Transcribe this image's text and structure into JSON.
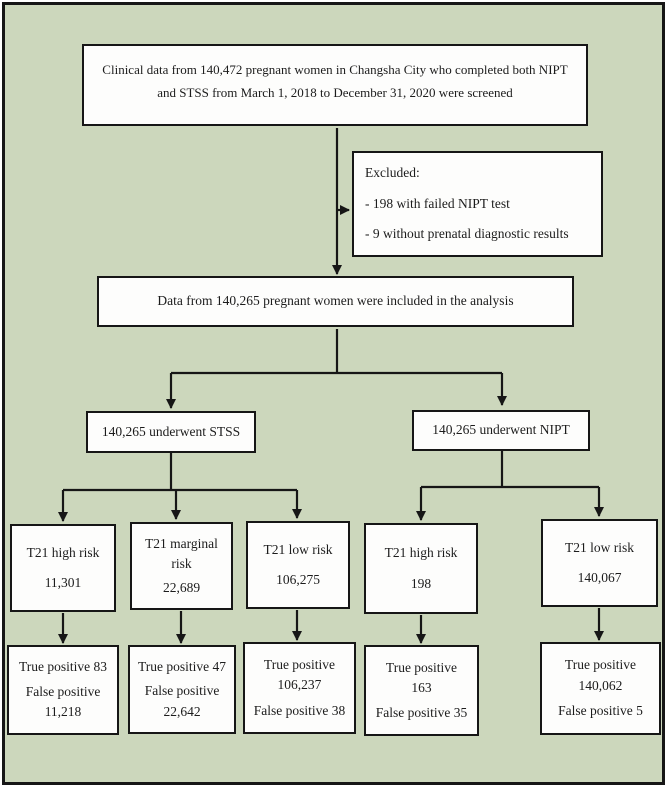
{
  "palette": {
    "background": "#ccd7bc",
    "box_fill": "#fdfdfc",
    "line_color": "#161616",
    "text_color": "#1c1c1c"
  },
  "nodes": {
    "screened": {
      "lines": [
        "Clinical data from 140,472 pregnant women in Changsha City who completed both NIPT",
        "and STSS from March 1, 2018 to December 31, 2020 were screened"
      ]
    },
    "excluded": {
      "title": "Excluded:",
      "item1": "- 198 with failed NIPT test",
      "item2": "- 9 without prenatal diagnostic results"
    },
    "included": {
      "text": "Data from 140,265 pregnant women were included in the analysis"
    },
    "stss_arm": {
      "text": "140,265 underwent STSS"
    },
    "nipt_arm": {
      "text": "140,265 underwent NIPT"
    },
    "stss_high": {
      "label_lines": [
        "T21 high risk"
      ],
      "count": "11,301"
    },
    "stss_marginal": {
      "label_lines": [
        "T21 marginal",
        "risk"
      ],
      "count": "22,689"
    },
    "stss_low": {
      "label_lines": [
        "T21 low risk"
      ],
      "count": "106,275"
    },
    "nipt_high": {
      "label_lines": [
        "T21 high risk"
      ],
      "count": "198"
    },
    "nipt_low": {
      "label_lines": [
        "T21 low risk"
      ],
      "count": "140,067"
    },
    "stss_high_result": {
      "tp_lines": [
        "True positive 83"
      ],
      "fp_lines": [
        "False positive",
        "11,218"
      ]
    },
    "stss_marginal_result": {
      "tp_lines": [
        "True positive 47"
      ],
      "fp_lines": [
        "False positive",
        "22,642"
      ]
    },
    "stss_low_result": {
      "tp_lines": [
        "True positive",
        "106,237"
      ],
      "fp_lines": [
        "False positive 38"
      ]
    },
    "nipt_high_result": {
      "tp_lines": [
        "True positive",
        "163"
      ],
      "fp_lines": [
        "False positive 35"
      ]
    },
    "nipt_low_result": {
      "tp_lines": [
        "True positive",
        "140,062"
      ],
      "fp_lines": [
        "False positive 5"
      ]
    }
  }
}
